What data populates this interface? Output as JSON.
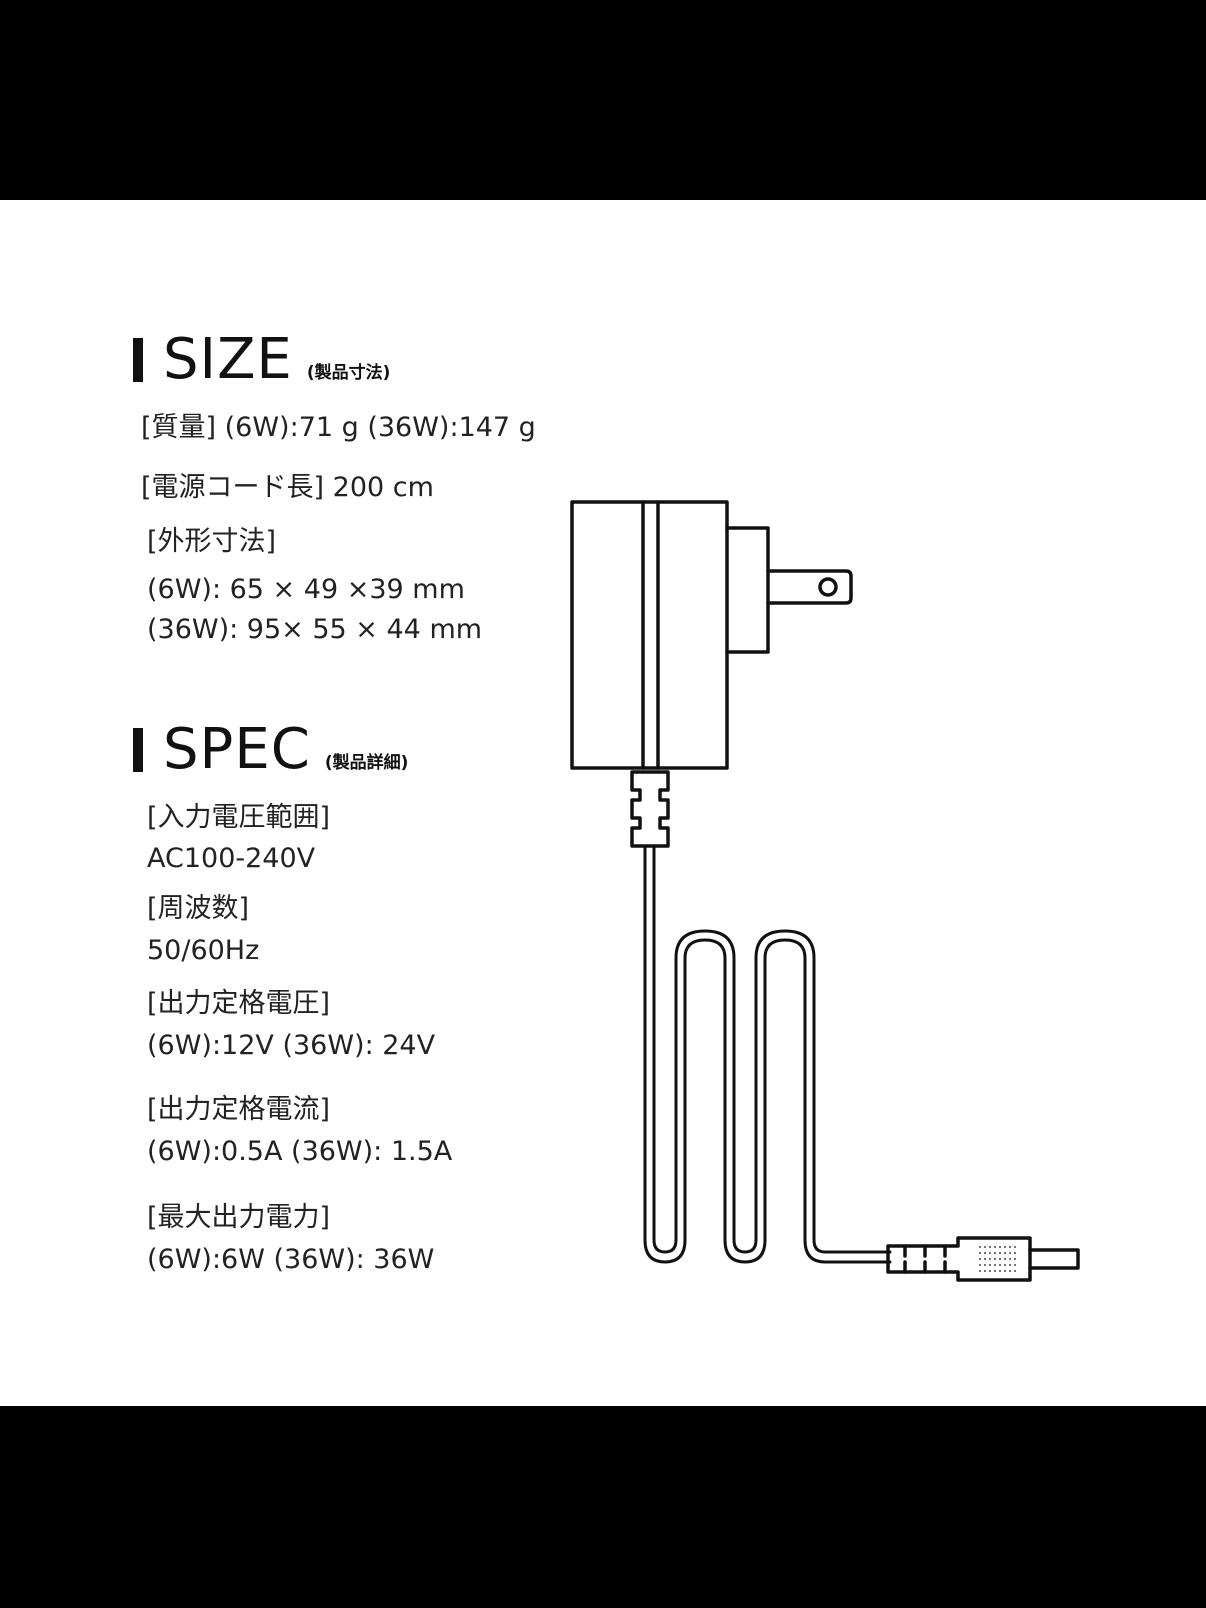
{
  "size_section": {
    "title": "SIZE",
    "subtitle": "(製品寸法)",
    "lines": [
      "[質量] (6W):71 g  (36W):147 g",
      "[電源コード長] 200 cm",
      "[外形寸法]",
      "(6W):  65 × 49 ×39 mm",
      "(36W): 95× 55 × 44 mm"
    ]
  },
  "spec_section": {
    "title": "SPEC",
    "subtitle": "(製品詳細)",
    "lines": [
      "[入力電圧範囲]",
      "AC100-240V",
      "[周波数]",
      "50/60Hz",
      "[出力定格電圧]",
      "(6W):12V   (36W): 24V",
      "[出力定格電流]",
      "(6W):0.5A   (36W): 1.5A",
      "[最大出力電力]",
      "(6W):6W   (36W): 36W"
    ]
  },
  "colors": {
    "background": "#ffffff",
    "band": "#000000",
    "ink": "#111111"
  },
  "illustration": {
    "icon": "ac-adapter-icon"
  }
}
